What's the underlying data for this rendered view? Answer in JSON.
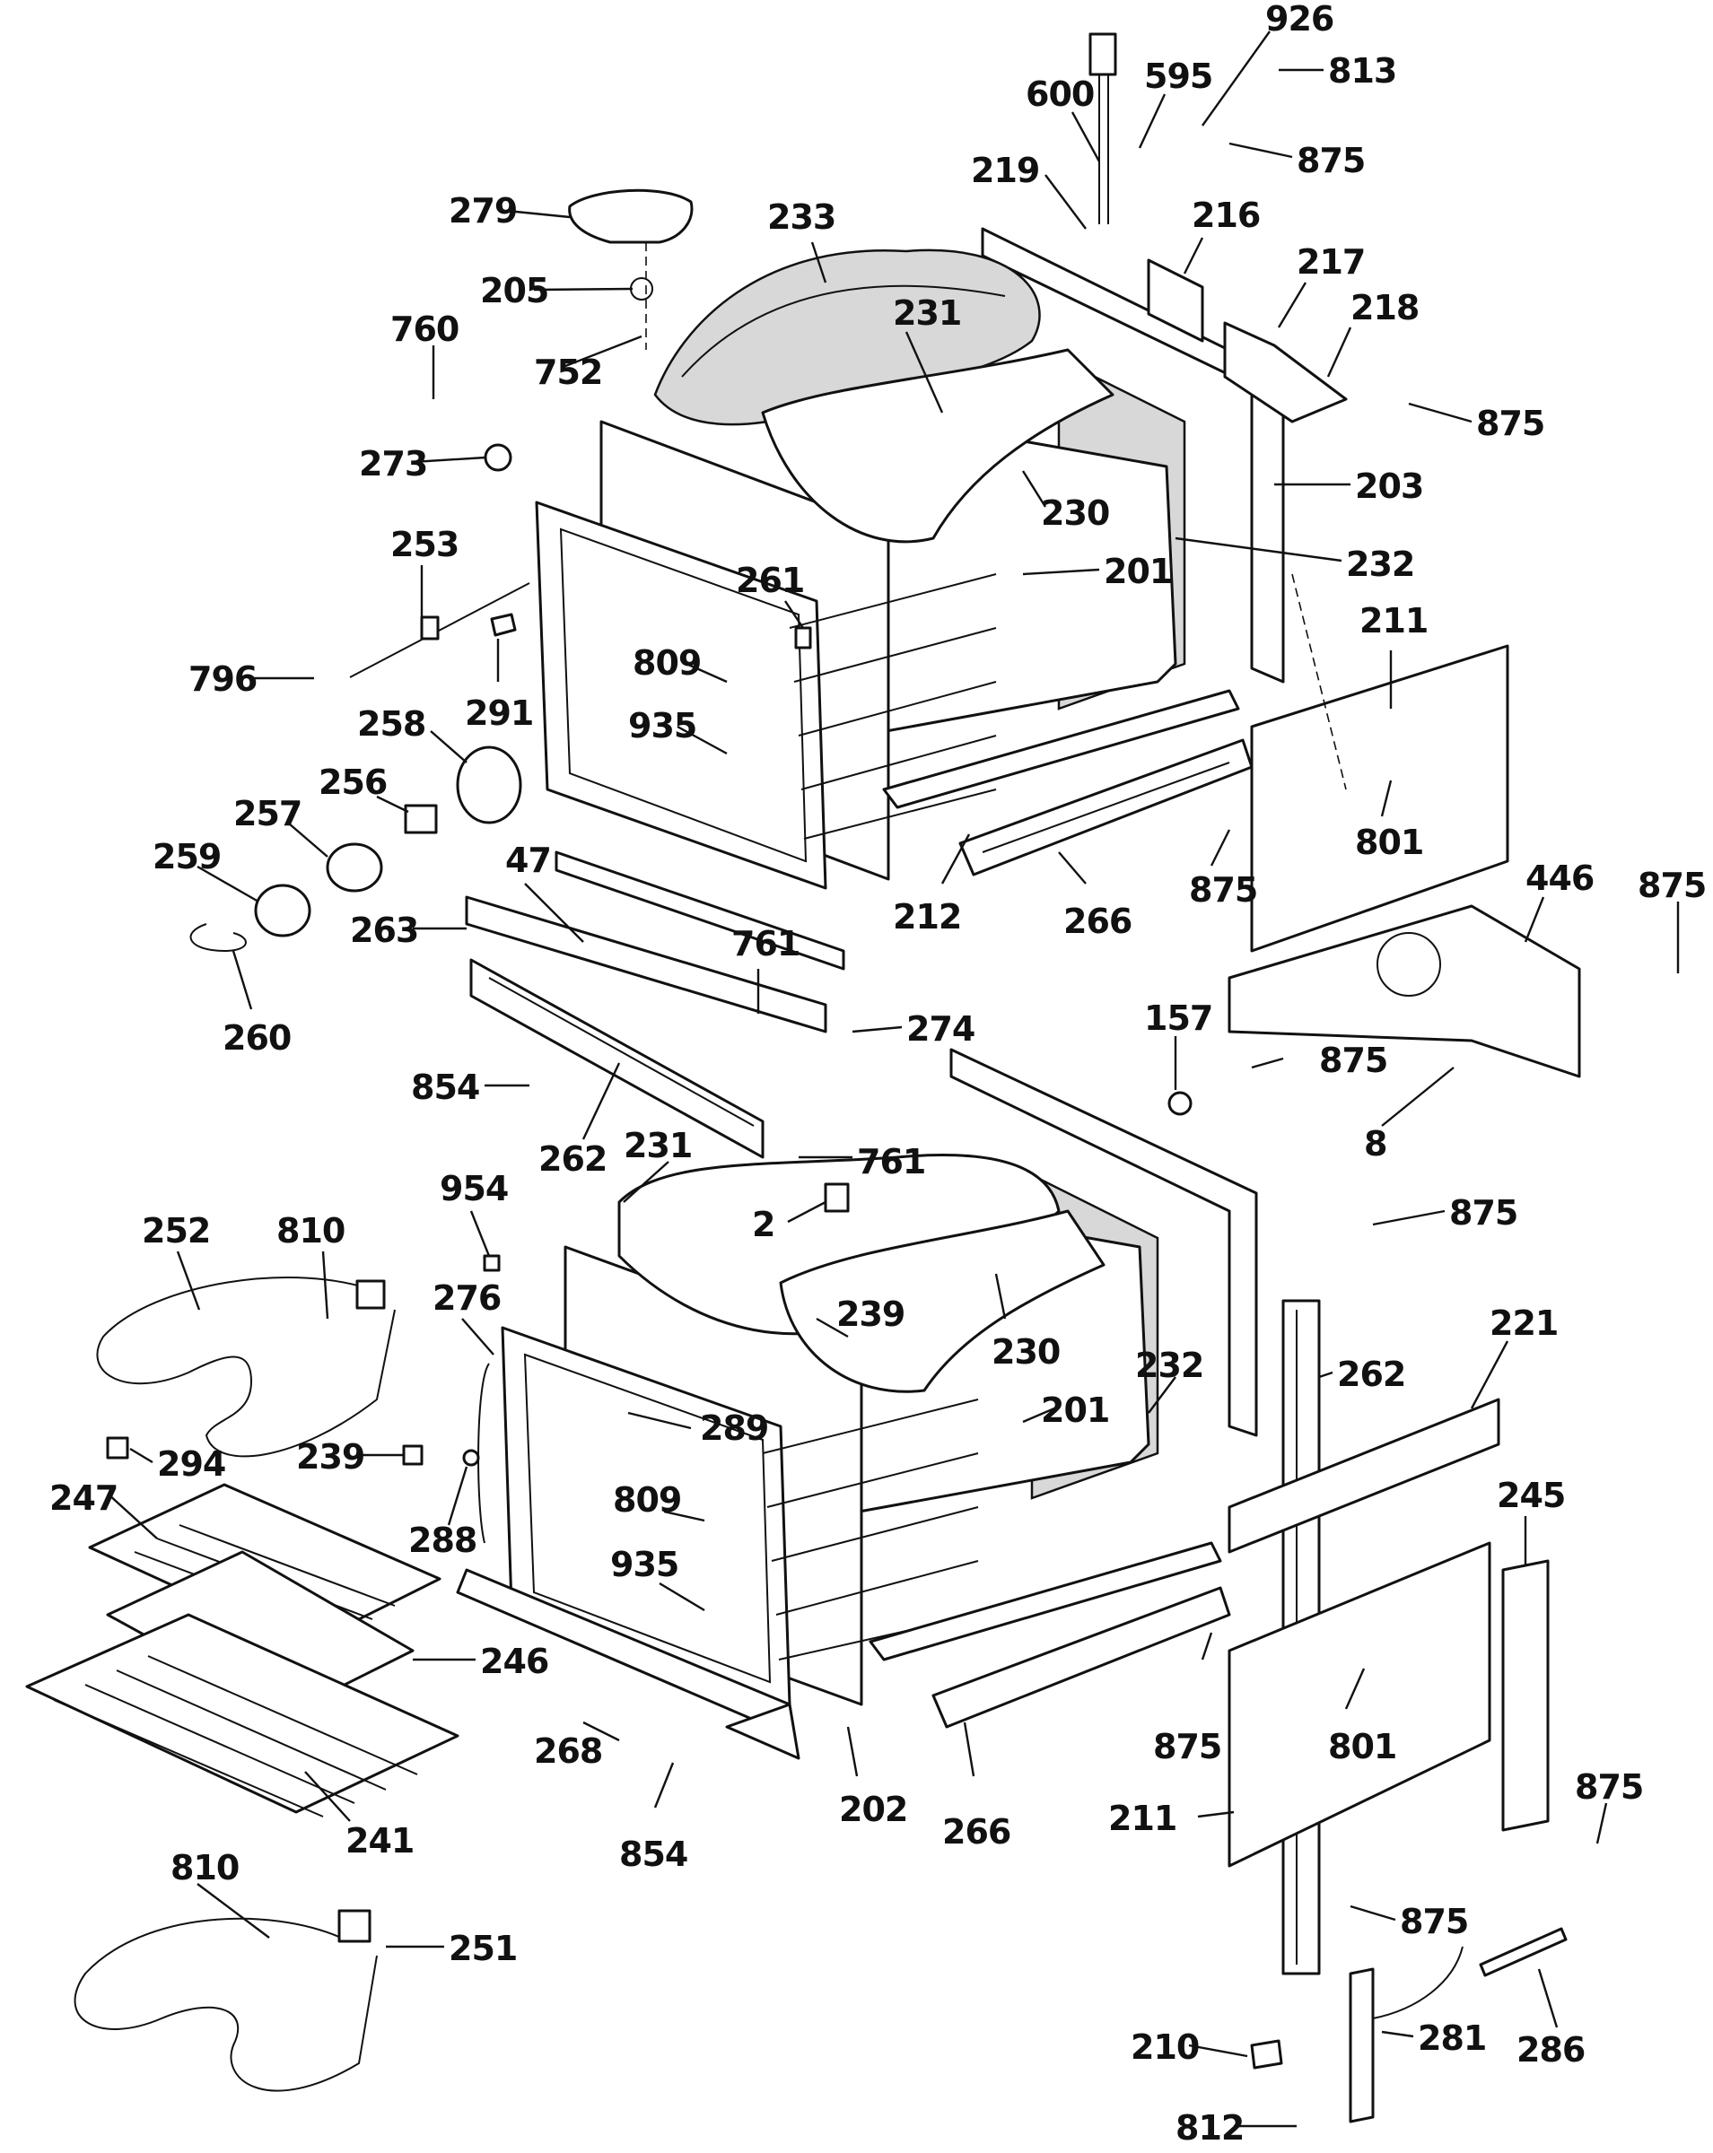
{
  "diagram": {
    "labels": {
      "l926": "926",
      "l813": "813",
      "l600": "600",
      "l595": "595",
      "l875a": "875",
      "l219": "219",
      "l216": "216",
      "l279": "279",
      "l233": "233",
      "l217": "217",
      "l218": "218",
      "l205": "205",
      "l231a": "231",
      "l875b": "875",
      "l760": "760",
      "l752": "752",
      "l203": "203",
      "l273": "273",
      "l230a": "230",
      "l232a": "232",
      "l253": "253",
      "l201a": "201",
      "l261": "261",
      "l211a": "211",
      "l796": "796",
      "l809a": "809",
      "l291": "291",
      "l935a": "935",
      "l258": "258",
      "l256": "256",
      "l801a": "801",
      "l257": "257",
      "l259": "259",
      "l47": "47",
      "l875c": "875",
      "l212": "212",
      "l266a": "266",
      "l446": "446",
      "l875d": "875",
      "l263": "263",
      "l761a": "761",
      "l260": "260",
      "l274": "274",
      "l157": "157",
      "l875e": "875",
      "l854a": "854",
      "l8": "8",
      "l262a": "262",
      "l231b": "231",
      "l761b": "761",
      "l954": "954",
      "l2": "2",
      "l875f": "875",
      "l252": "252",
      "l810a": "810",
      "l276": "276",
      "l239a": "239",
      "l221": "221",
      "l230b": "230",
      "l262b": "262",
      "l232b": "232",
      "l201b": "201",
      "l289": "289",
      "l294": "294",
      "l239b": "239",
      "l245": "245",
      "l247": "247",
      "l288": "288",
      "l809b": "809",
      "l935b": "935",
      "l246": "246",
      "l875g": "875",
      "l801b": "801",
      "l875h": "875",
      "l268": "268",
      "l854b": "854",
      "l202": "202",
      "l266b": "266",
      "l211b": "211",
      "l241": "241",
      "l810b": "810",
      "l251": "251",
      "l875i": "875",
      "l286": "286",
      "l210": "210",
      "l281": "281",
      "l812": "812"
    }
  }
}
